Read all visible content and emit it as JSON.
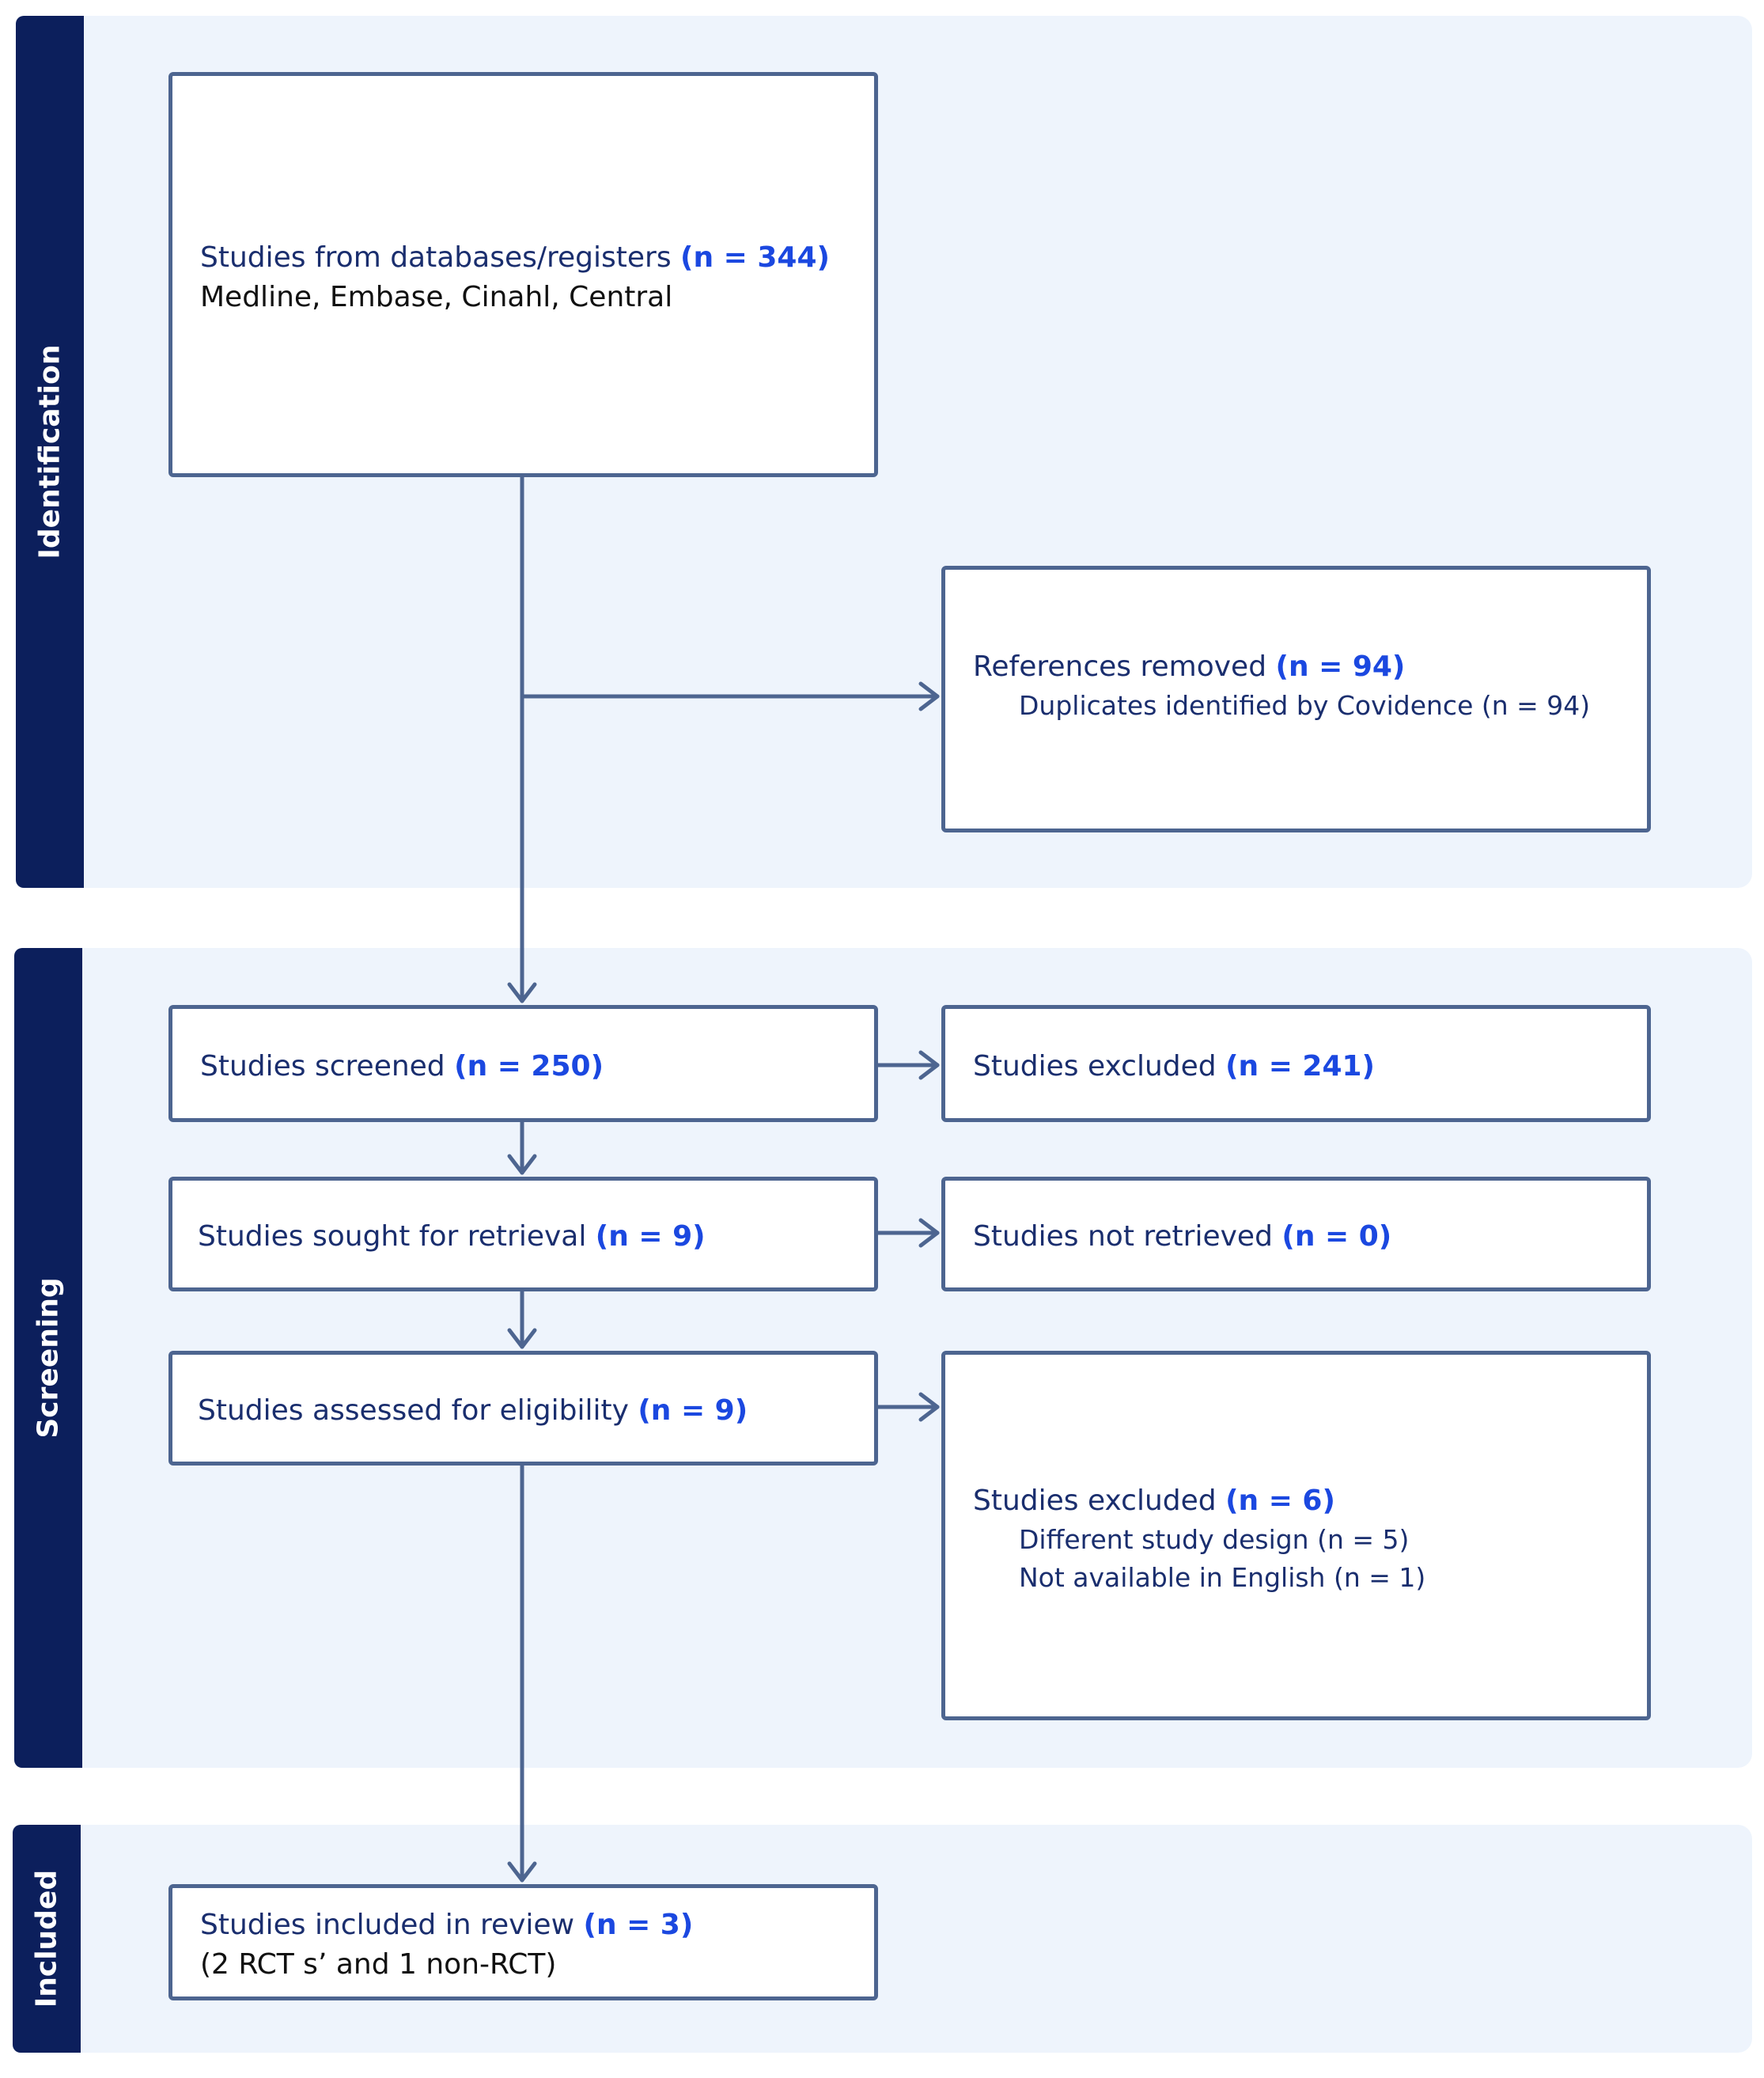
{
  "phases": {
    "identification": "Identification",
    "screening": "Screening",
    "included": "Included"
  },
  "boxes": {
    "databases": {
      "label": "Studies from databases/registers",
      "count": "(n = 344)",
      "detail": "Medline, Embase, Cinahl, Central"
    },
    "removed": {
      "label": "References removed",
      "count": "(n = 94)",
      "sub": "Duplicates identified by Covidence (n = 94)"
    },
    "screened": {
      "label": "Studies screened",
      "count": "(n = 250)"
    },
    "excluded_screen": {
      "label": "Studies excluded",
      "count": "(n = 241)"
    },
    "sought": {
      "label": "Studies sought for retrieval",
      "count": "(n = 9)"
    },
    "not_retrieved": {
      "label": "Studies not retrieved",
      "count": "(n = 0)"
    },
    "assessed": {
      "label": "Studies assessed for eligibility",
      "count": "(n = 9)"
    },
    "excluded_elig": {
      "label": "Studies excluded",
      "count": "(n = 6)",
      "reasons": [
        "Different study design (n = 5)",
        "Not available in English (n = 1)"
      ]
    },
    "included": {
      "label": "Studies included in review",
      "count": "(n = 3)",
      "detail": "(2 RCT s’ and 1 non-RCT)"
    }
  },
  "colors": {
    "tab": "#0c1f5c",
    "band": "#eef4fc",
    "box_border": "#4d6590",
    "count": "#1b48e0",
    "label": "#1a2e6e"
  }
}
